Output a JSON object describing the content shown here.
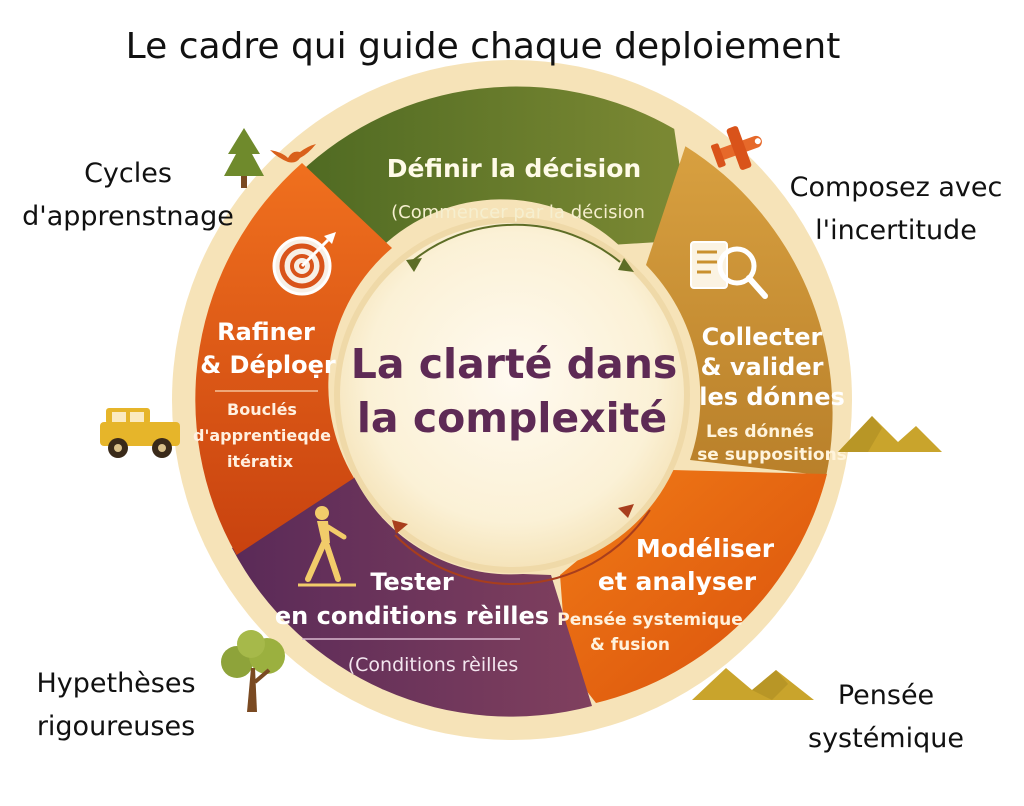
{
  "title": "Le cadre qui guide chaque deploiement",
  "center": {
    "line1": "La clarté dans",
    "line2": "la complexité"
  },
  "segments": {
    "top": {
      "title": "Définir la décision",
      "subtitle": "(Commencer par la décision"
    },
    "right": {
      "title1": "Collecter",
      "title2": "& valider",
      "title3": "les dónnes",
      "sub1": "Les dónnés",
      "sub2": "se suppositions"
    },
    "bottom_right": {
      "title1": "Modéliser",
      "title2": "et analyser",
      "sub1": "Pensée systemique",
      "sub2": "& fusion"
    },
    "bottom_left": {
      "title1": "Tester",
      "title2": "en conditions rèilles",
      "subtitle": "(Conditions rèilles"
    },
    "left": {
      "title1": "Rafiner",
      "title2": "& Déploẹr",
      "sub1": "Bouclés",
      "sub2": "d'apprentieqde",
      "sub3": "itératix"
    }
  },
  "corners": {
    "top_left": {
      "line1": "Cycles",
      "line2": "d'apprenstnage"
    },
    "top_right": {
      "line1": "Composez avec",
      "line2": "l'incertitude"
    },
    "bottom_left": {
      "line1": "Hypethèses",
      "line2": "rigoureuses"
    },
    "bottom_right": {
      "line1": "Pensée",
      "line2": "systémique"
    }
  },
  "colors": {
    "top": "#6a7a2c",
    "right": "#c9902e",
    "bottom_right": "#e8620f",
    "bottom_left": "#6c3360",
    "left": "#d9531a",
    "center_text": "#5e2a55",
    "center_fill": "#fbf1d6"
  },
  "icons": [
    "tree-icon",
    "bird-icon",
    "airplane-icon",
    "document-magnifier-icon",
    "target-icon",
    "jeep-icon",
    "hills-icon",
    "walking-person-icon",
    "bush-tree-icon"
  ]
}
